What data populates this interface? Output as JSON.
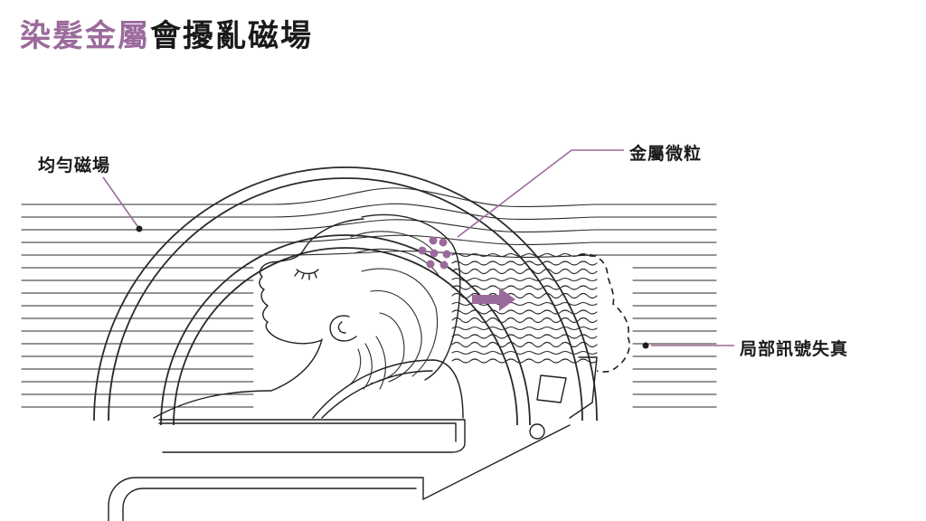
{
  "title": {
    "highlight": "染髮金屬",
    "rest": "會擾亂磁場"
  },
  "labels": {
    "uniform_field": "均勻磁場",
    "metal_particles": "金屬微粒",
    "local_distortion": "局部訊號失真"
  },
  "colors": {
    "accent": "#9b6a9c",
    "ink": "#1a1a1a",
    "background": "#ffffff"
  },
  "icons": {
    "arrow": "right-arrow-icon"
  }
}
